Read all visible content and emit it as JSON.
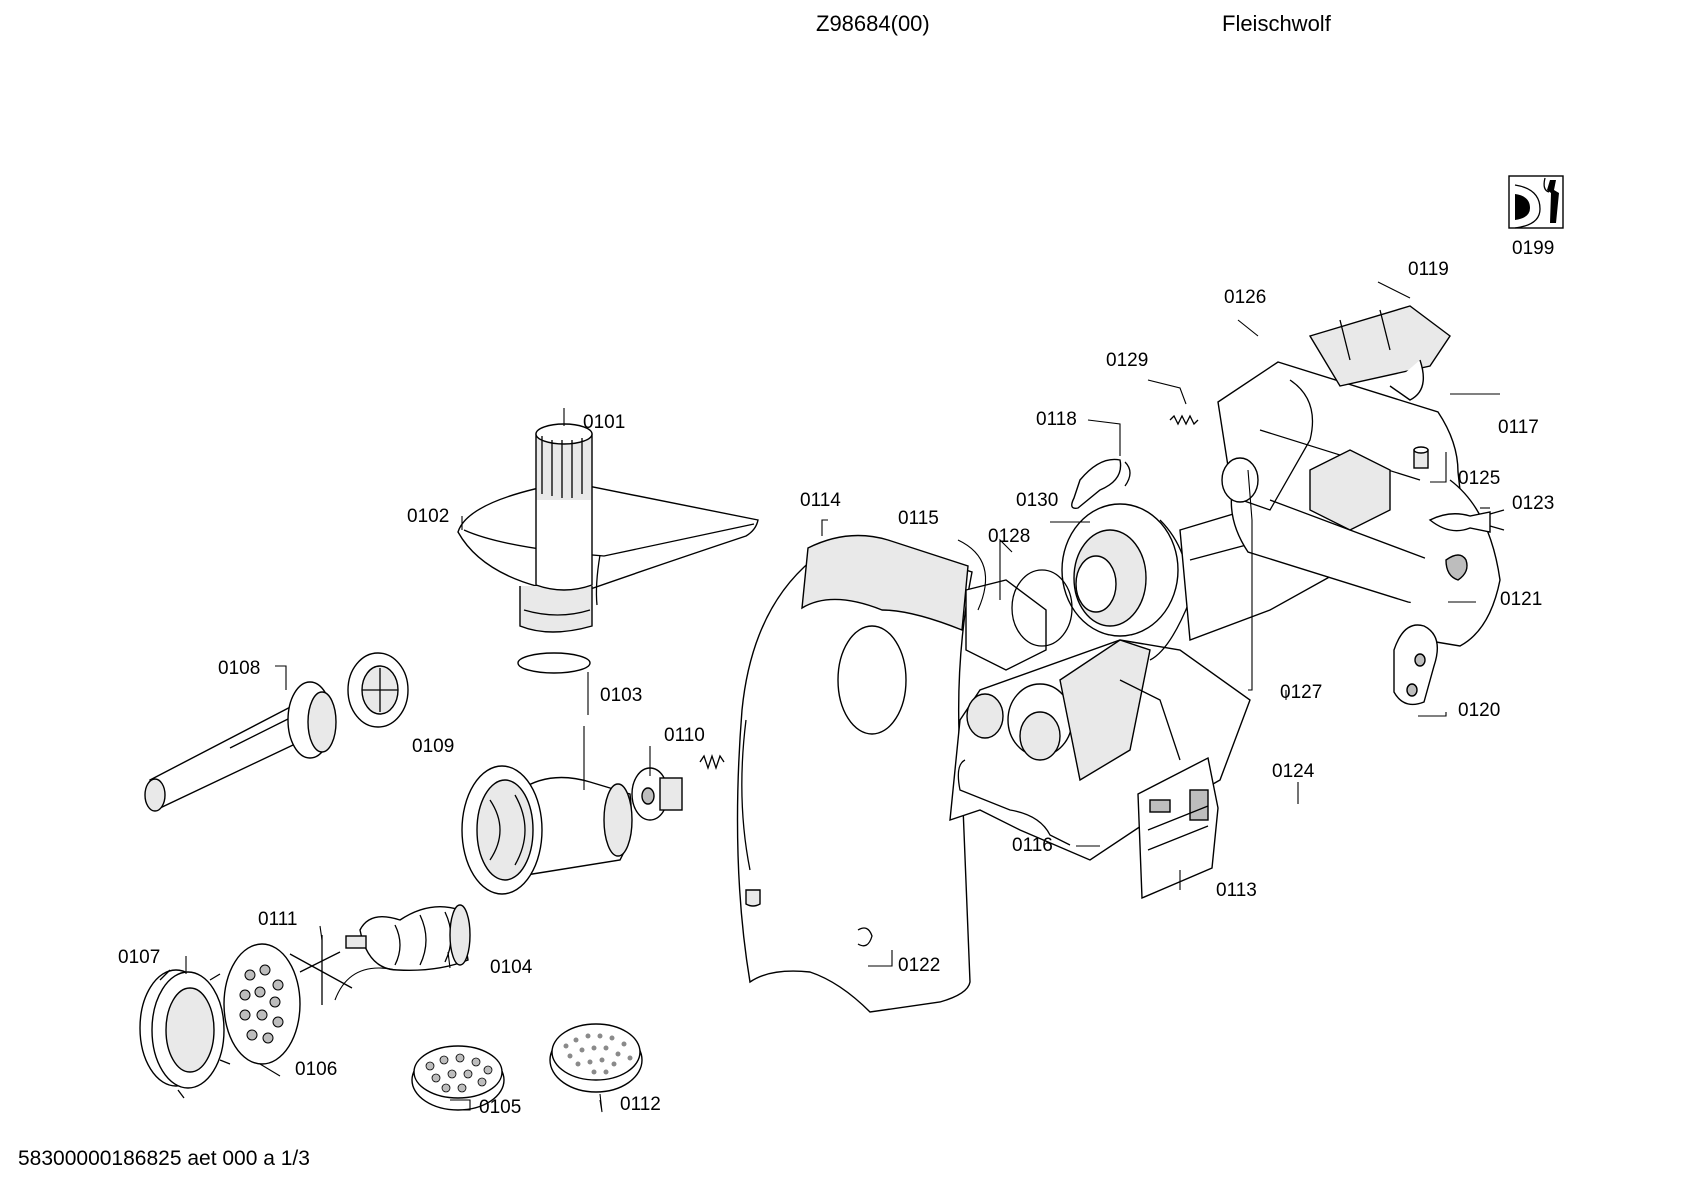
{
  "header": {
    "model_number": "Z98684(00)",
    "title": "Fleischwolf"
  },
  "footer": {
    "document_id": "58300000186825 aet 000 a 1/3"
  },
  "service_icon": {
    "icon": "service-tool-icon",
    "label": "0199"
  },
  "part_labels": {
    "p0101": "0101",
    "p0102": "0102",
    "p0103": "0103",
    "p0104": "0104",
    "p0105": "0105",
    "p0106": "0106",
    "p0107": "0107",
    "p0108": "0108",
    "p0109": "0109",
    "p0110": "0110",
    "p0111": "0111",
    "p0112": "0112",
    "p0113": "0113",
    "p0114": "0114",
    "p0115": "0115",
    "p0116": "0116",
    "p0117": "0117",
    "p0118": "0118",
    "p0119": "0119",
    "p0120": "0120",
    "p0121": "0121",
    "p0122": "0122",
    "p0123": "0123",
    "p0124": "0124",
    "p0125": "0125",
    "p0126": "0126",
    "p0127": "0127",
    "p0128": "0128",
    "p0129": "0129",
    "p0130": "0130"
  }
}
